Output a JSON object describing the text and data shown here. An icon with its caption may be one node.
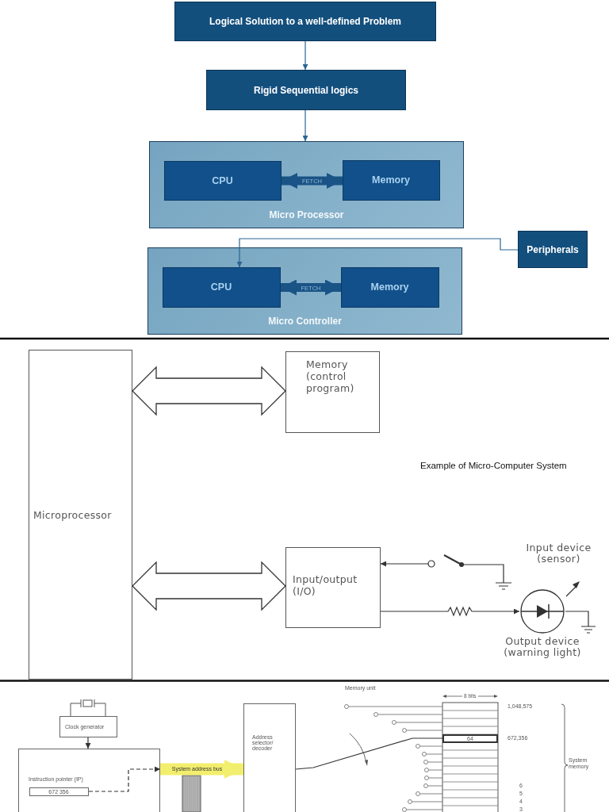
{
  "diagram": {
    "nodes": [
      {
        "text": [
          "Logical Solution to a well-defined Problem"
        ]
      },
      {
        "text": [
          "Rigid Sequential logics"
        ]
      },
      {
        "text": [
          "Micro Processor"
        ]
      },
      {
        "text": [
          "CPU"
        ],
        "in": 2
      },
      {
        "text": [
          "Memory"
        ],
        "in": 2
      },
      {
        "text": [
          "Micro Controller"
        ]
      },
      {
        "text": [
          "CPU"
        ],
        "in": 5
      },
      {
        "text": [
          "Memory"
        ],
        "in": 5
      },
      {
        "text": [
          "Peripherals"
        ]
      },
      {
        "text": [
          "Microprocessor"
        ]
      },
      {
        "text": [
          "Memory (control program)"
        ]
      },
      {
        "text": [
          "Input/output (I/O)"
        ]
      },
      {
        "text": [],
        "shape": "switch",
        "beside": [
          "Input device (sensor)"
        ]
      },
      {
        "text": [],
        "shape": "circle",
        "beside": [
          "Output device (warning light)"
        ]
      },
      {
        "text": [
          "Clock generator"
        ]
      },
      {
        "text": [
          "Instruction pointer (IP)"
        ]
      },
      {
        "text": [
          "672 356"
        ],
        "in": 15
      },
      {
        "text": [
          "Address selector/ decoder"
        ]
      },
      {
        "text": [
          "64"
        ]
      }
    ],
    "edges": [
      {
        "from": 0,
        "to": 1,
        "arrow": "to",
        "color": "#2a6592"
      },
      {
        "from": 1,
        "to": 2,
        "arrow": "to",
        "color": "#2a6592"
      },
      {
        "from": 3,
        "to": 4,
        "arrow": "both",
        "label": "FETCH",
        "style": "thick"
      },
      {
        "from": 6,
        "to": 7,
        "arrow": "both",
        "label": "FETCH",
        "style": "thick"
      },
      {
        "from": 8,
        "to": 6,
        "arrow": "to",
        "color": "#2a6592"
      },
      {
        "from": 9,
        "to": 10,
        "arrow": "both",
        "style": "thick"
      },
      {
        "from": 9,
        "to": 11,
        "arrow": "both",
        "style": "thick"
      },
      {
        "from": 12,
        "to": 11,
        "arrow": "to"
      },
      {
        "from": 11,
        "to": 13,
        "arrow": "to"
      },
      {
        "from": 14,
        "to": 15,
        "arrow": "to"
      },
      {
        "from": 16,
        "to": null,
        "arrow": "to",
        "style": "dashed"
      },
      {
        "from": 15,
        "to": 17,
        "arrow": "to",
        "label": "System address bus",
        "style": "thick",
        "color": "#f2ee6e"
      },
      {
        "from": 17,
        "to": 18,
        "arrow": "none"
      }
    ],
    "labels": [
      "Example of Micro-Computer System",
      "Memory unit",
      "8 bits",
      "1,048,575",
      "672,356",
      "System memory",
      "6",
      "5",
      "4",
      "3"
    ]
  }
}
